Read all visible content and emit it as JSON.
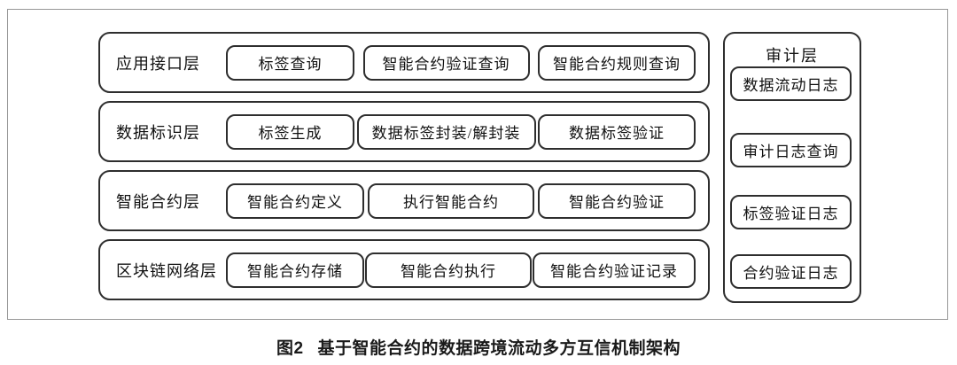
{
  "colors": {
    "box_border": "#2e2e2e",
    "frame_border": "#979797",
    "background": "#ffffff",
    "text": "#111111"
  },
  "diagram": {
    "layers": [
      {
        "label": "应用接口层",
        "boxes": [
          "标签查询",
          "智能合约验证查询",
          "智能合约规则查询"
        ]
      },
      {
        "label": "数据标识层",
        "boxes": [
          "标签生成",
          "数据标签封装/解封装",
          "数据标签验证"
        ]
      },
      {
        "label": "智能合约层",
        "boxes": [
          "智能合约定义",
          "执行智能合约",
          "智能合约验证"
        ]
      },
      {
        "label": "区块链网络层",
        "boxes": [
          "智能合约存储",
          "智能合约执行",
          "智能合约验证记录"
        ]
      }
    ],
    "audit": {
      "title": "审计层",
      "boxes": [
        "审计日志查询",
        "标签验证日志",
        "合约验证日志",
        "数据流动日志"
      ]
    }
  },
  "caption": {
    "number": "图2",
    "title": "基于智能合约的数据跨境流动多方互信机制架构"
  }
}
